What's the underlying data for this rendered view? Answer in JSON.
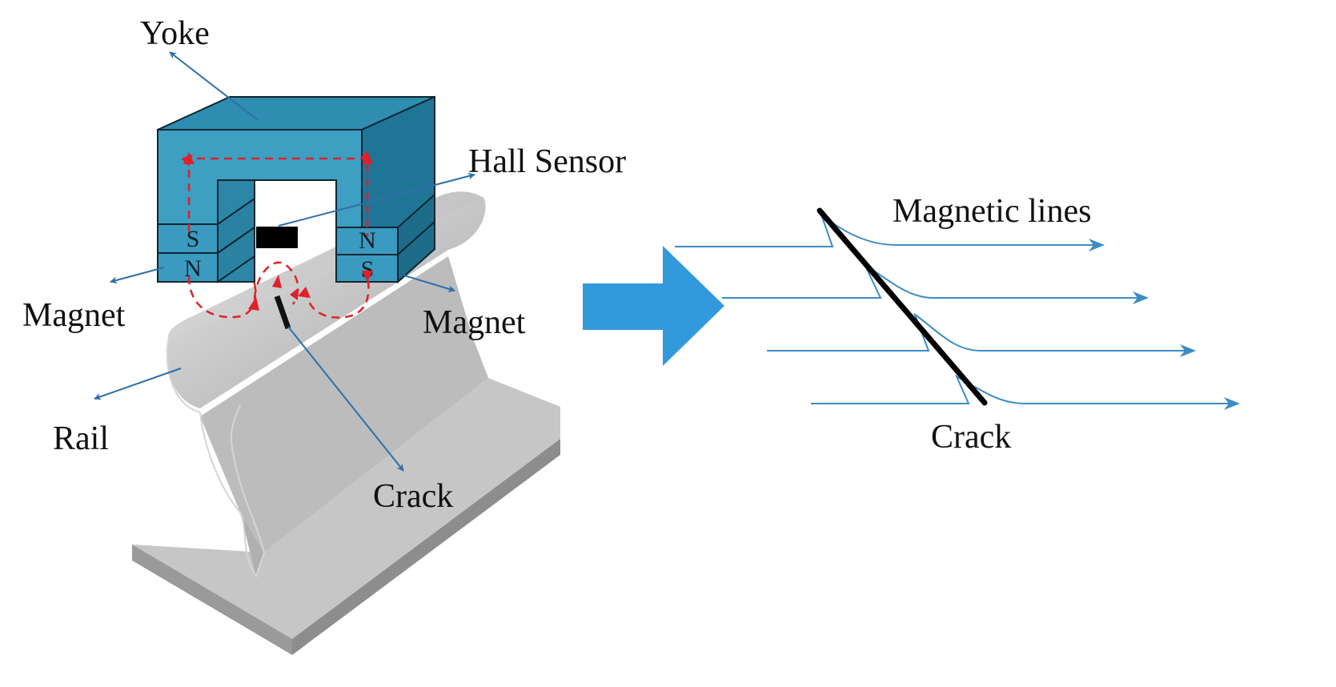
{
  "labels": {
    "yoke": "Yoke",
    "hall_sensor": "Hall Sensor",
    "magnet_left": "Magnet",
    "magnet_right": "Magnet",
    "rail": "Rail",
    "crack_left": "Crack",
    "magnetic_lines": "Magnetic lines",
    "crack_right": "Crack"
  },
  "poles": {
    "left_upper": "S",
    "left_lower": "N",
    "right_upper": "N",
    "right_lower": "S"
  },
  "colors": {
    "yoke_front": "#3d9fc2",
    "yoke_top": "#2e8db0",
    "yoke_side": "#1f7596",
    "outline": "#0f2630",
    "rail_light": "#d8d8d8",
    "rail_mid": "#bdbdbd",
    "rail_dark": "#9e9e9e",
    "leader_arrow": "#2f6fa8",
    "flux_loop": "#e0202a",
    "magnetic_line": "#3b8cc4",
    "big_arrow": "#3399dd",
    "crack": "#000000"
  }
}
